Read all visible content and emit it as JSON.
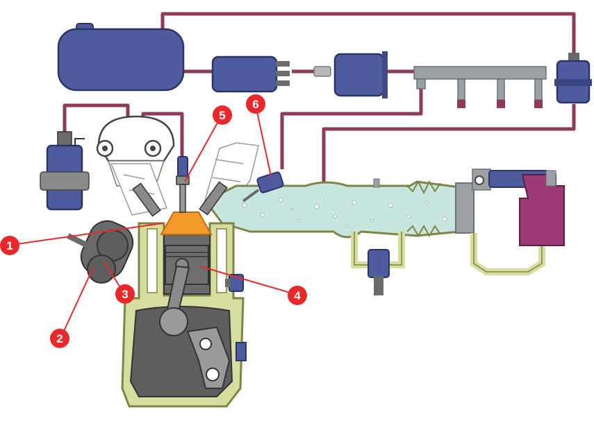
{
  "diagram": {
    "colors": {
      "pipe": "#8e3a58",
      "component_blue": "#4e5c9f",
      "component_outline": "#2a3466",
      "engine_block": "#d7dc9f",
      "engine_outline": "#7e8442",
      "intake_air": "#c8e6e0",
      "cylinder_dark": "#5e5e5e",
      "chamber_mix": "#f39a2a",
      "callout_red": "#e8282b",
      "ecu_purple": "#9c3a75",
      "rail_grey": "#9aa0a3"
    },
    "callouts": [
      {
        "id": "callout-1",
        "label": "1"
      },
      {
        "id": "callout-2",
        "label": "2"
      },
      {
        "id": "callout-3",
        "label": "3"
      },
      {
        "id": "callout-4",
        "label": "4"
      },
      {
        "id": "callout-5",
        "label": "5"
      },
      {
        "id": "callout-6",
        "label": "6"
      }
    ]
  }
}
